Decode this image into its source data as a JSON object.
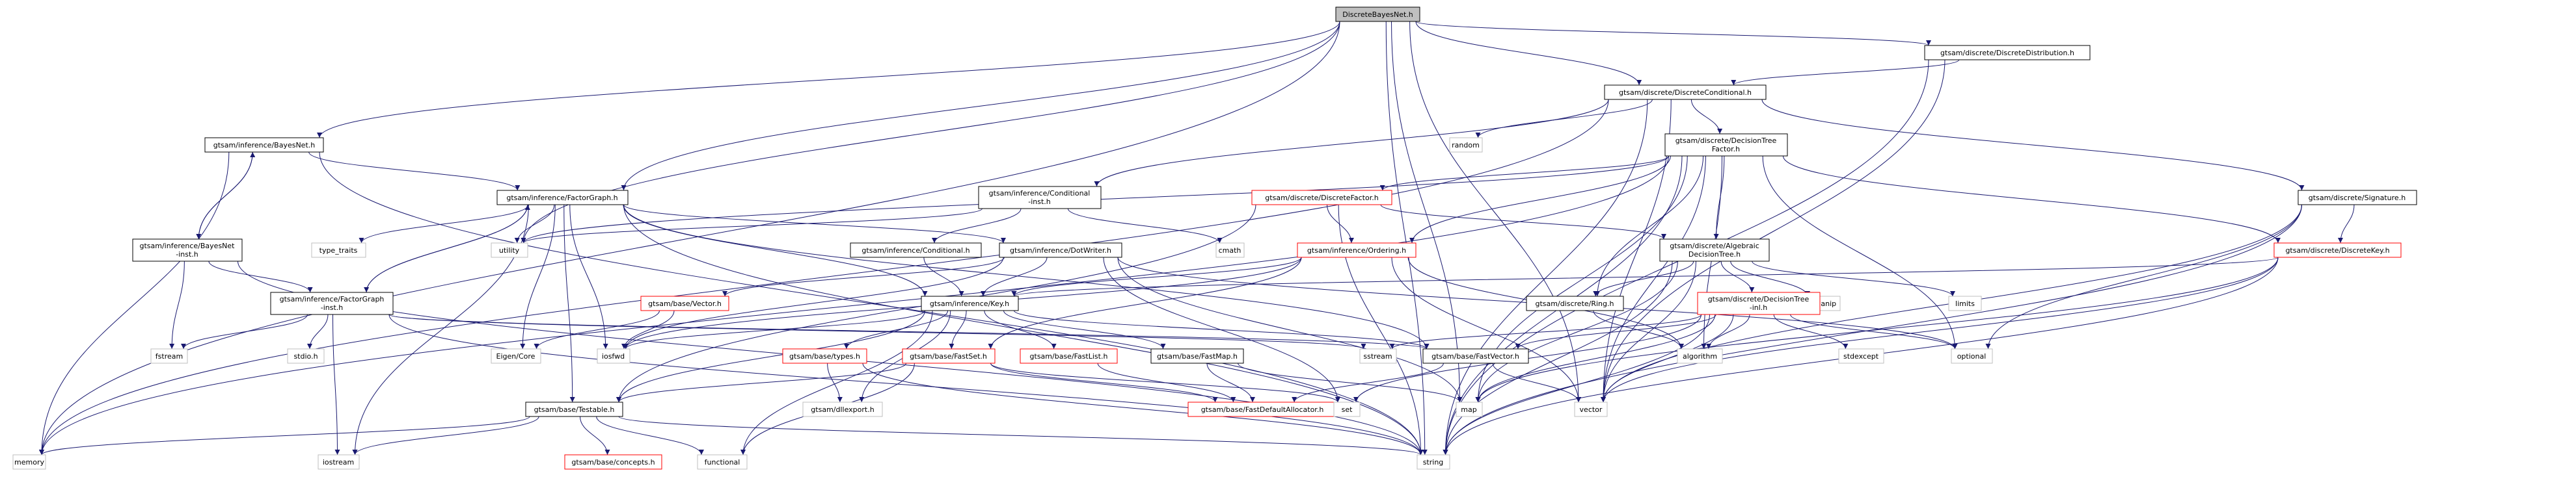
{
  "colors": {
    "edge": "#191970",
    "node_fill": "#ffffff",
    "node_border": "#000000",
    "node_border_gray": "#bfbfbf",
    "node_border_red": "#ff0000",
    "root_fill": "#bfbfbf",
    "text": "#000000"
  },
  "nodes": [
    {
      "id": "root",
      "lines": [
        "DiscreteBayesNet.h"
      ],
      "style": "root"
    },
    {
      "id": "dist",
      "lines": [
        "gtsam/discrete/DiscreteDistribution.h"
      ],
      "style": "normal"
    },
    {
      "id": "cond",
      "lines": [
        "gtsam/discrete/DiscreteConditional.h"
      ],
      "style": "normal"
    },
    {
      "id": "bnet",
      "lines": [
        "gtsam/inference/BayesNet.h"
      ],
      "style": "normal"
    },
    {
      "id": "random",
      "lines": [
        "random"
      ],
      "style": "gray"
    },
    {
      "id": "dtf",
      "lines": [
        "gtsam/discrete/DecisionTree",
        "Factor.h"
      ],
      "style": "normal"
    },
    {
      "id": "sig",
      "lines": [
        "gtsam/discrete/Signature.h"
      ],
      "style": "normal"
    },
    {
      "id": "fgraph",
      "lines": [
        "gtsam/inference/FactorGraph.h"
      ],
      "style": "normal"
    },
    {
      "id": "icond",
      "lines": [
        "gtsam/inference/Conditional",
        "-inst.h"
      ],
      "style": "normal"
    },
    {
      "id": "dfactor",
      "lines": [
        "gtsam/discrete/DiscreteFactor.h"
      ],
      "style": "red"
    },
    {
      "id": "bninst",
      "lines": [
        "gtsam/inference/BayesNet",
        "-inst.h"
      ],
      "style": "normal"
    },
    {
      "id": "typetraits",
      "lines": [
        "type_traits"
      ],
      "style": "gray"
    },
    {
      "id": "utility",
      "lines": [
        "utility"
      ],
      "style": "gray"
    },
    {
      "id": "icondh",
      "lines": [
        "gtsam/inference/Conditional.h"
      ],
      "style": "normal"
    },
    {
      "id": "dotwriter",
      "lines": [
        "gtsam/inference/DotWriter.h"
      ],
      "style": "normal"
    },
    {
      "id": "cmath",
      "lines": [
        "cmath"
      ],
      "style": "gray"
    },
    {
      "id": "ordering",
      "lines": [
        "gtsam/inference/Ordering.h"
      ],
      "style": "red"
    },
    {
      "id": "algtree",
      "lines": [
        "gtsam/discrete/Algebraic",
        "DecisionTree.h"
      ],
      "style": "normal"
    },
    {
      "id": "dkey",
      "lines": [
        "gtsam/discrete/DiscreteKey.h"
      ],
      "style": "red"
    },
    {
      "id": "fginst",
      "lines": [
        "gtsam/inference/FactorGraph",
        "-inst.h"
      ],
      "style": "normal"
    },
    {
      "id": "vector_h",
      "lines": [
        "gtsam/base/Vector.h"
      ],
      "style": "red"
    },
    {
      "id": "key",
      "lines": [
        "gtsam/inference/Key.h"
      ],
      "style": "normal"
    },
    {
      "id": "ring",
      "lines": [
        "gtsam/discrete/Ring.h"
      ],
      "style": "normal"
    },
    {
      "id": "iomanip",
      "lines": [
        "iomanip"
      ],
      "style": "gray"
    },
    {
      "id": "limits",
      "lines": [
        "limits"
      ],
      "style": "gray"
    },
    {
      "id": "dtinl",
      "lines": [
        "gtsam/discrete/DecisionTree",
        "-inl.h"
      ],
      "style": "red"
    },
    {
      "id": "fstream",
      "lines": [
        "fstream"
      ],
      "style": "gray"
    },
    {
      "id": "stdio",
      "lines": [
        "stdio.h"
      ],
      "style": "gray"
    },
    {
      "id": "eigencore",
      "lines": [
        "Eigen/Core"
      ],
      "style": "gray"
    },
    {
      "id": "iosfwd",
      "lines": [
        "iosfwd"
      ],
      "style": "gray"
    },
    {
      "id": "types",
      "lines": [
        "gtsam/base/types.h"
      ],
      "style": "red"
    },
    {
      "id": "fastset",
      "lines": [
        "gtsam/base/FastSet.h"
      ],
      "style": "red"
    },
    {
      "id": "fastlist",
      "lines": [
        "gtsam/base/FastList.h"
      ],
      "style": "red"
    },
    {
      "id": "fastmap",
      "lines": [
        "gtsam/base/FastMap.h"
      ],
      "style": "normal"
    },
    {
      "id": "sstream",
      "lines": [
        "sstream"
      ],
      "style": "gray"
    },
    {
      "id": "fastvec",
      "lines": [
        "gtsam/base/FastVector.h"
      ],
      "style": "normal"
    },
    {
      "id": "algorithm",
      "lines": [
        "algorithm"
      ],
      "style": "gray"
    },
    {
      "id": "stdexcept",
      "lines": [
        "stdexcept"
      ],
      "style": "gray"
    },
    {
      "id": "optional",
      "lines": [
        "optional"
      ],
      "style": "gray"
    },
    {
      "id": "testable",
      "lines": [
        "gtsam/base/Testable.h"
      ],
      "style": "normal"
    },
    {
      "id": "dllexport",
      "lines": [
        "gtsam/dllexport.h"
      ],
      "style": "gray"
    },
    {
      "id": "fdalloc",
      "lines": [
        "gtsam/base/FastDefaultAllocator.h"
      ],
      "style": "red"
    },
    {
      "id": "set",
      "lines": [
        "set"
      ],
      "style": "gray"
    },
    {
      "id": "map",
      "lines": [
        "map"
      ],
      "style": "gray"
    },
    {
      "id": "vector",
      "lines": [
        "vector"
      ],
      "style": "gray"
    },
    {
      "id": "memory",
      "lines": [
        "memory"
      ],
      "style": "gray"
    },
    {
      "id": "iostream",
      "lines": [
        "iostream"
      ],
      "style": "gray"
    },
    {
      "id": "concepts",
      "lines": [
        "gtsam/base/concepts.h"
      ],
      "style": "red"
    },
    {
      "id": "functional",
      "lines": [
        "functional"
      ],
      "style": "gray"
    },
    {
      "id": "string",
      "lines": [
        "string"
      ],
      "style": "gray"
    }
  ],
  "edges": [
    [
      "root",
      "dist"
    ],
    [
      "root",
      "cond"
    ],
    [
      "root",
      "bnet"
    ],
    [
      "root",
      "fgraph"
    ],
    [
      "root",
      "utility"
    ],
    [
      "root",
      "map"
    ],
    [
      "root",
      "vector"
    ],
    [
      "root",
      "memory"
    ],
    [
      "root",
      "string"
    ],
    [
      "dist",
      "cond"
    ],
    [
      "dist",
      "vector"
    ],
    [
      "dist",
      "string"
    ],
    [
      "cond",
      "random"
    ],
    [
      "cond",
      "dtf"
    ],
    [
      "cond",
      "sig"
    ],
    [
      "cond",
      "icond"
    ],
    [
      "cond",
      "memory"
    ],
    [
      "cond",
      "vector"
    ],
    [
      "cond",
      "string"
    ],
    [
      "bnet",
      "fgraph"
    ],
    [
      "bnet",
      "bninst"
    ],
    [
      "bnet",
      "memory"
    ],
    [
      "bnet",
      "string"
    ],
    [
      "bninst",
      "bnet"
    ],
    [
      "bninst",
      "fginst"
    ],
    [
      "bninst",
      "fstream"
    ],
    [
      "bninst",
      "string"
    ],
    [
      "fgraph",
      "fginst"
    ],
    [
      "fgraph",
      "typetraits"
    ],
    [
      "fgraph",
      "utility"
    ],
    [
      "fgraph",
      "dotwriter"
    ],
    [
      "fgraph",
      "key"
    ],
    [
      "fgraph",
      "fastvec"
    ],
    [
      "fgraph",
      "testable"
    ],
    [
      "fgraph",
      "eigencore"
    ],
    [
      "fgraph",
      "iosfwd"
    ],
    [
      "fgraph",
      "string"
    ],
    [
      "fgraph",
      "iostream"
    ],
    [
      "fginst",
      "fgraph"
    ],
    [
      "fginst",
      "fstream"
    ],
    [
      "fginst",
      "stdio"
    ],
    [
      "fginst",
      "iostream"
    ],
    [
      "fginst",
      "sstream"
    ],
    [
      "fginst",
      "fastvec"
    ],
    [
      "fginst",
      "string"
    ],
    [
      "dtf",
      "algtree"
    ],
    [
      "dtf",
      "dfactor"
    ],
    [
      "dtf",
      "ordering"
    ],
    [
      "dtf",
      "ring"
    ],
    [
      "dtf",
      "dkey"
    ],
    [
      "dtf",
      "utility"
    ],
    [
      "dtf",
      "algorithm"
    ],
    [
      "dtf",
      "map"
    ],
    [
      "dtf",
      "optional"
    ],
    [
      "dtf",
      "vector"
    ],
    [
      "dtf",
      "string"
    ],
    [
      "dtf",
      "memory"
    ],
    [
      "sig",
      "dkey"
    ],
    [
      "sig",
      "optional"
    ],
    [
      "sig",
      "vector"
    ],
    [
      "sig",
      "string"
    ],
    [
      "icond",
      "icondh"
    ],
    [
      "icond",
      "cmath"
    ],
    [
      "icond",
      "utility"
    ],
    [
      "icondh",
      "key"
    ],
    [
      "dfactor",
      "algtree"
    ],
    [
      "dfactor",
      "ordering"
    ],
    [
      "dfactor",
      "testable"
    ],
    [
      "dfactor",
      "string"
    ],
    [
      "ordering",
      "key"
    ],
    [
      "ordering",
      "fastset"
    ],
    [
      "ordering",
      "algorithm"
    ],
    [
      "ordering",
      "vector"
    ],
    [
      "ordering",
      "iosfwd"
    ],
    [
      "algtree",
      "dtinl"
    ],
    [
      "algtree",
      "ring"
    ],
    [
      "algtree",
      "iomanip"
    ],
    [
      "algtree",
      "limits"
    ],
    [
      "algtree",
      "map"
    ],
    [
      "algtree",
      "string"
    ],
    [
      "algtree",
      "vector"
    ],
    [
      "dkey",
      "key"
    ],
    [
      "dkey",
      "map"
    ],
    [
      "dkey",
      "string"
    ],
    [
      "dkey",
      "vector"
    ],
    [
      "dotwriter",
      "vector_h"
    ],
    [
      "dotwriter",
      "key"
    ],
    [
      "dotwriter",
      "map"
    ],
    [
      "dotwriter",
      "set"
    ],
    [
      "dotwriter",
      "iosfwd"
    ],
    [
      "dotwriter",
      "optional"
    ],
    [
      "vector_h",
      "eigencore"
    ],
    [
      "vector_h",
      "iosfwd"
    ],
    [
      "key",
      "types"
    ],
    [
      "key",
      "fastset"
    ],
    [
      "key",
      "fastlist"
    ],
    [
      "key",
      "fastmap"
    ],
    [
      "key",
      "fastvec"
    ],
    [
      "key",
      "testable"
    ],
    [
      "key",
      "dllexport"
    ],
    [
      "key",
      "iosfwd"
    ],
    [
      "key",
      "functional"
    ],
    [
      "ring",
      "algorithm"
    ],
    [
      "dtinl",
      "algorithm"
    ],
    [
      "dtinl",
      "sstream"
    ],
    [
      "dtinl",
      "stdexcept"
    ],
    [
      "dtinl",
      "optional"
    ],
    [
      "dtinl",
      "map"
    ],
    [
      "dtinl",
      "set"
    ],
    [
      "dtinl",
      "string"
    ],
    [
      "dtinl",
      "vector"
    ],
    [
      "dtinl",
      "fastvec"
    ],
    [
      "types",
      "dllexport"
    ],
    [
      "types",
      "string"
    ],
    [
      "fastset",
      "fdalloc"
    ],
    [
      "fastset",
      "testable"
    ],
    [
      "fastset",
      "set"
    ],
    [
      "fastset",
      "functional"
    ],
    [
      "fastlist",
      "fdalloc"
    ],
    [
      "fastmap",
      "fdalloc"
    ],
    [
      "fastmap",
      "map"
    ],
    [
      "fastvec",
      "fdalloc"
    ],
    [
      "fastvec",
      "vector"
    ],
    [
      "testable",
      "concepts"
    ],
    [
      "testable",
      "functional"
    ],
    [
      "testable",
      "iostream"
    ],
    [
      "testable",
      "memory"
    ],
    [
      "testable",
      "string"
    ]
  ]
}
